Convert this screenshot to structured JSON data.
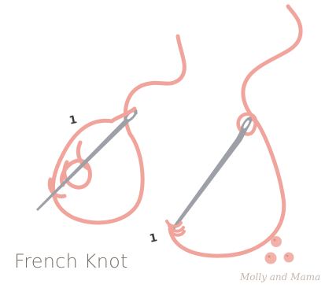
{
  "step_label_1": "1",
  "step_label_2": "1",
  "caption": "French Knot",
  "logo": "Molly and Mama",
  "colors": {
    "thread": "#f0a49c",
    "thread_dark": "#e48b84",
    "needle": "#9ea0a8",
    "needle_shade": "#7e8089",
    "text": "#7a6f68",
    "dots": "#f2b2aa"
  }
}
